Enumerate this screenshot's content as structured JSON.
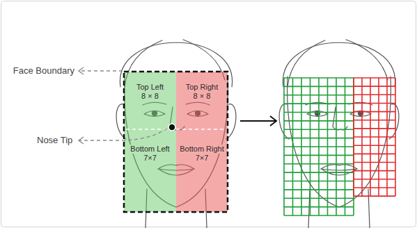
{
  "diagram": {
    "nodes": [
      {
        "text": [
          "Top Left",
          "8 × 8"
        ]
      },
      {
        "text": [
          "Top Right",
          "8 × 8"
        ]
      },
      {
        "text": [
          "Bottom Left",
          "7×7"
        ]
      },
      {
        "text": [
          "Bottom Right",
          "7×7"
        ]
      }
    ],
    "labels": [
      "Face Boundary",
      "Nose Tip"
    ]
  }
}
